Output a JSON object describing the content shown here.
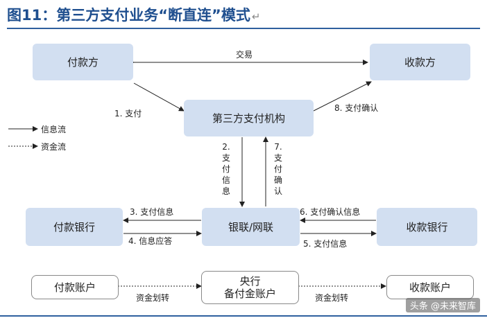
{
  "title": "图11：第三方支付业务“断直连”模式",
  "nodes": {
    "payer": "付款方",
    "payee": "收款方",
    "third_party": "第三方支付机构",
    "payer_bank": "付款银行",
    "unionpay": "银联/网联",
    "payee_bank": "收款银行",
    "payer_account": "付款账户",
    "central_bank_line1": "央行",
    "central_bank_line2": "备付金账户",
    "payee_account": "收款账户"
  },
  "edges": {
    "trade": "交易",
    "step1": "1. 支付",
    "step2": "2.支付信息",
    "step3": "3. 支付信息",
    "step4": "4. 信息应答",
    "step5": "5. 支付信息",
    "step6": "6. 支付确认信息",
    "step7": "7.支付确认",
    "step8": "8. 支付确认",
    "fund_transfer_1": "资金划转",
    "fund_transfer_2": "资金划转"
  },
  "legend": {
    "info_flow": "信息流",
    "fund_flow": "资金流"
  },
  "watermark": "头条 @未来智库"
}
